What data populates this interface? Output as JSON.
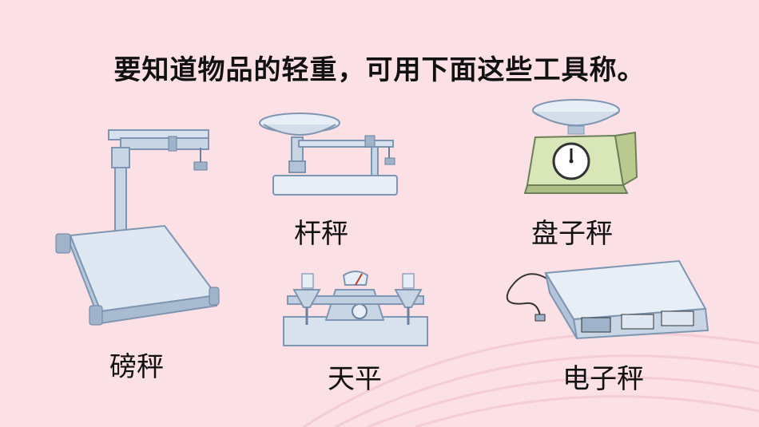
{
  "slide": {
    "title": "要知道物品的轻重，可用下面这些工具称。"
  },
  "tools": {
    "steelyard": {
      "label": "杆秤",
      "icon": "steelyard-scale-icon"
    },
    "dial_scale": {
      "label": "盘子秤",
      "icon": "dial-platform-scale-icon"
    },
    "platform_scale": {
      "label": "磅秤",
      "icon": "platform-scale-icon"
    },
    "balance": {
      "label": "天平",
      "icon": "balance-scale-icon"
    },
    "electronic_scale": {
      "label": "电子秤",
      "icon": "electronic-scale-icon"
    }
  },
  "colors": {
    "background": "#fbe0e6",
    "metal": "#bfcfe0",
    "metal_dark": "#7f96b3",
    "dial_body": "#d9e6b8"
  }
}
